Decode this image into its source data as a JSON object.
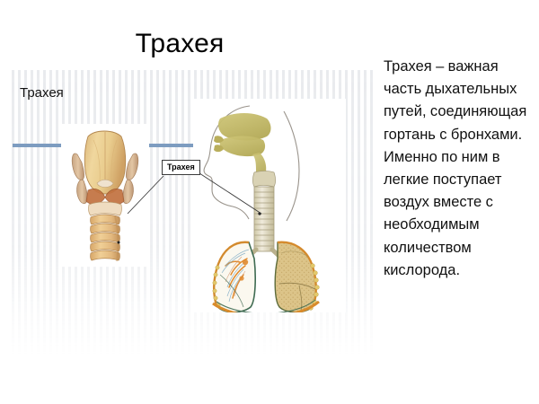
{
  "slide": {
    "title": "Трахея",
    "caption_label": "Трахея",
    "callout_label": "Трахея",
    "body_text": "Трахея – важная часть дыхательных путей, соединяющая гортань с бронхами. Именно по ним в легкие поступает воздух вместе с необходимым количеством кислорода.",
    "accent_color": "#7d9cc0",
    "background_color": "#ffffff",
    "text_color": "#111111"
  },
  "figures": {
    "larynx": {
      "name": "larynx-and-upper-trachea-illustration",
      "description": "Анатомическая иллюстрация гортани с верхними хрящевыми кольцами трахеи"
    },
    "lungs": {
      "name": "respiratory-system-illustration",
      "description": "Анатомическая иллюстрация дыхательной системы: профиль головы, носоглотка, трахея, бронхи и лёгкие"
    }
  }
}
